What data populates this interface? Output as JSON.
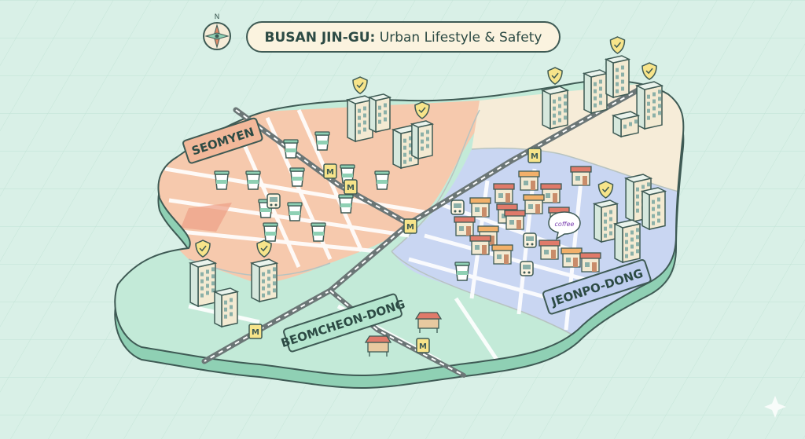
{
  "title": {
    "bold": "BUSAN JIN-GU:",
    "rest": " Urban Lifestyle & Safety"
  },
  "compass": {
    "north_label": "N",
    "icon": "compass-rose-icon"
  },
  "districts": [
    {
      "id": "seomyeon",
      "label": "SEOMYEN",
      "color": "#f6c9ad"
    },
    {
      "id": "jeonpo",
      "label": "JEONPO-DONG",
      "color": "#c9d6f2"
    },
    {
      "id": "beomcheon",
      "label": "BEOMCHEON-DONG",
      "color": "#c3ead8"
    },
    {
      "id": "north",
      "label": "",
      "color": "#f6ecd8"
    }
  ],
  "metro_marker": {
    "glyph": "M",
    "icon": "metro-station-icon"
  },
  "bubble_text": "coffee",
  "icons": {
    "coffee": "coffee-cup-icon",
    "safety": "safety-shield-icon",
    "office": "office-building-icon",
    "shop": "cafe-shop-icon",
    "stall": "market-stall-icon",
    "bus": "bus-stop-icon"
  },
  "colors": {
    "background": "#d9f0e7",
    "grid": "#c2e3d6",
    "outline": "#3e5a54",
    "railway": "#6b7676",
    "shield": "#f7e48a"
  }
}
